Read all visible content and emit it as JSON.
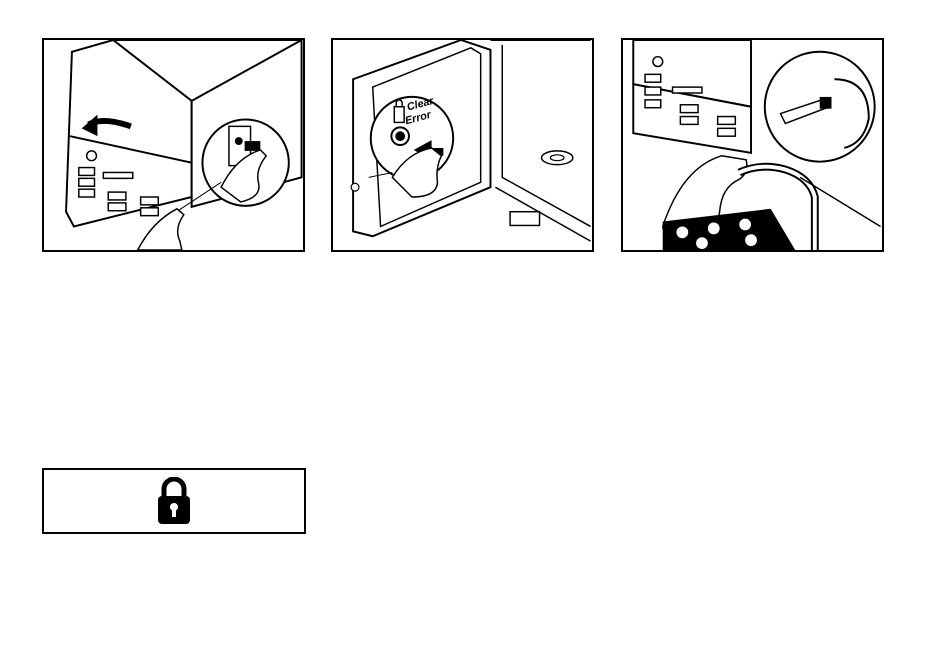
{
  "panels": [
    {
      "name": "open-cover-step",
      "icon": "hand-push-arrow-icon"
    },
    {
      "name": "clear-error-step",
      "icon": "clear-error-button-icon"
    },
    {
      "name": "connect-hose-step",
      "icon": "hose-connection-icon"
    }
  ],
  "panel2": {
    "label_line1": "Clear",
    "label_line2": "Error"
  },
  "lock": {
    "icon": "padlock-icon",
    "color": "#000000"
  }
}
